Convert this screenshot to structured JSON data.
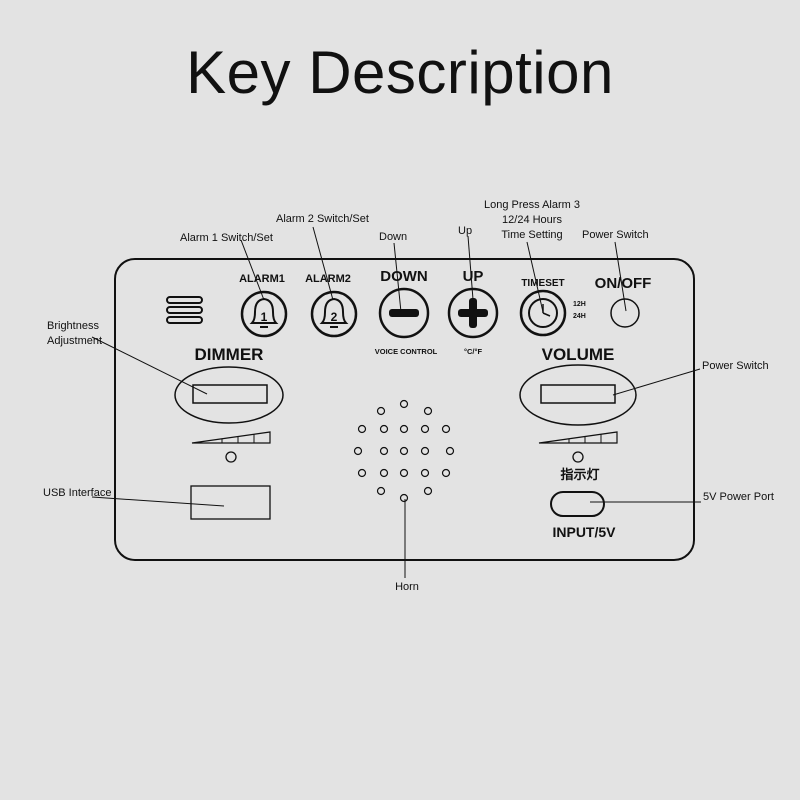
{
  "title": "Key Description",
  "panel": {
    "alarm1": "ALARM1",
    "alarm2": "ALARM2",
    "alarm1_digit": "1",
    "alarm2_digit": "2",
    "down": "DOWN",
    "up": "UP",
    "timeset": "TIMESET",
    "onoff": "ON/OFF",
    "dimmer": "DIMMER",
    "volume": "VOLUME",
    "voice_control": "VOICE CONTROL",
    "temp_unit": "°C/°F",
    "h12": "12H",
    "h24": "24H",
    "indicator": "指示灯",
    "input": "INPUT/5V"
  },
  "callouts": {
    "alarm1": "Alarm 1 Switch/Set",
    "alarm2": "Alarm 2 Switch/Set",
    "down": "Down",
    "up": "Up",
    "alarm3_line1": "Long Press Alarm 3",
    "alarm3_line2": "12/24 Hours",
    "alarm3_line3": "Time Setting",
    "power_switch_top": "Power Switch",
    "brightness_line1": "Brightness",
    "brightness_line2": "Adjustment",
    "power_switch_right": "Power Switch",
    "usb": "USB Interface",
    "power_port": "5V Power Port",
    "horn": "Horn"
  }
}
